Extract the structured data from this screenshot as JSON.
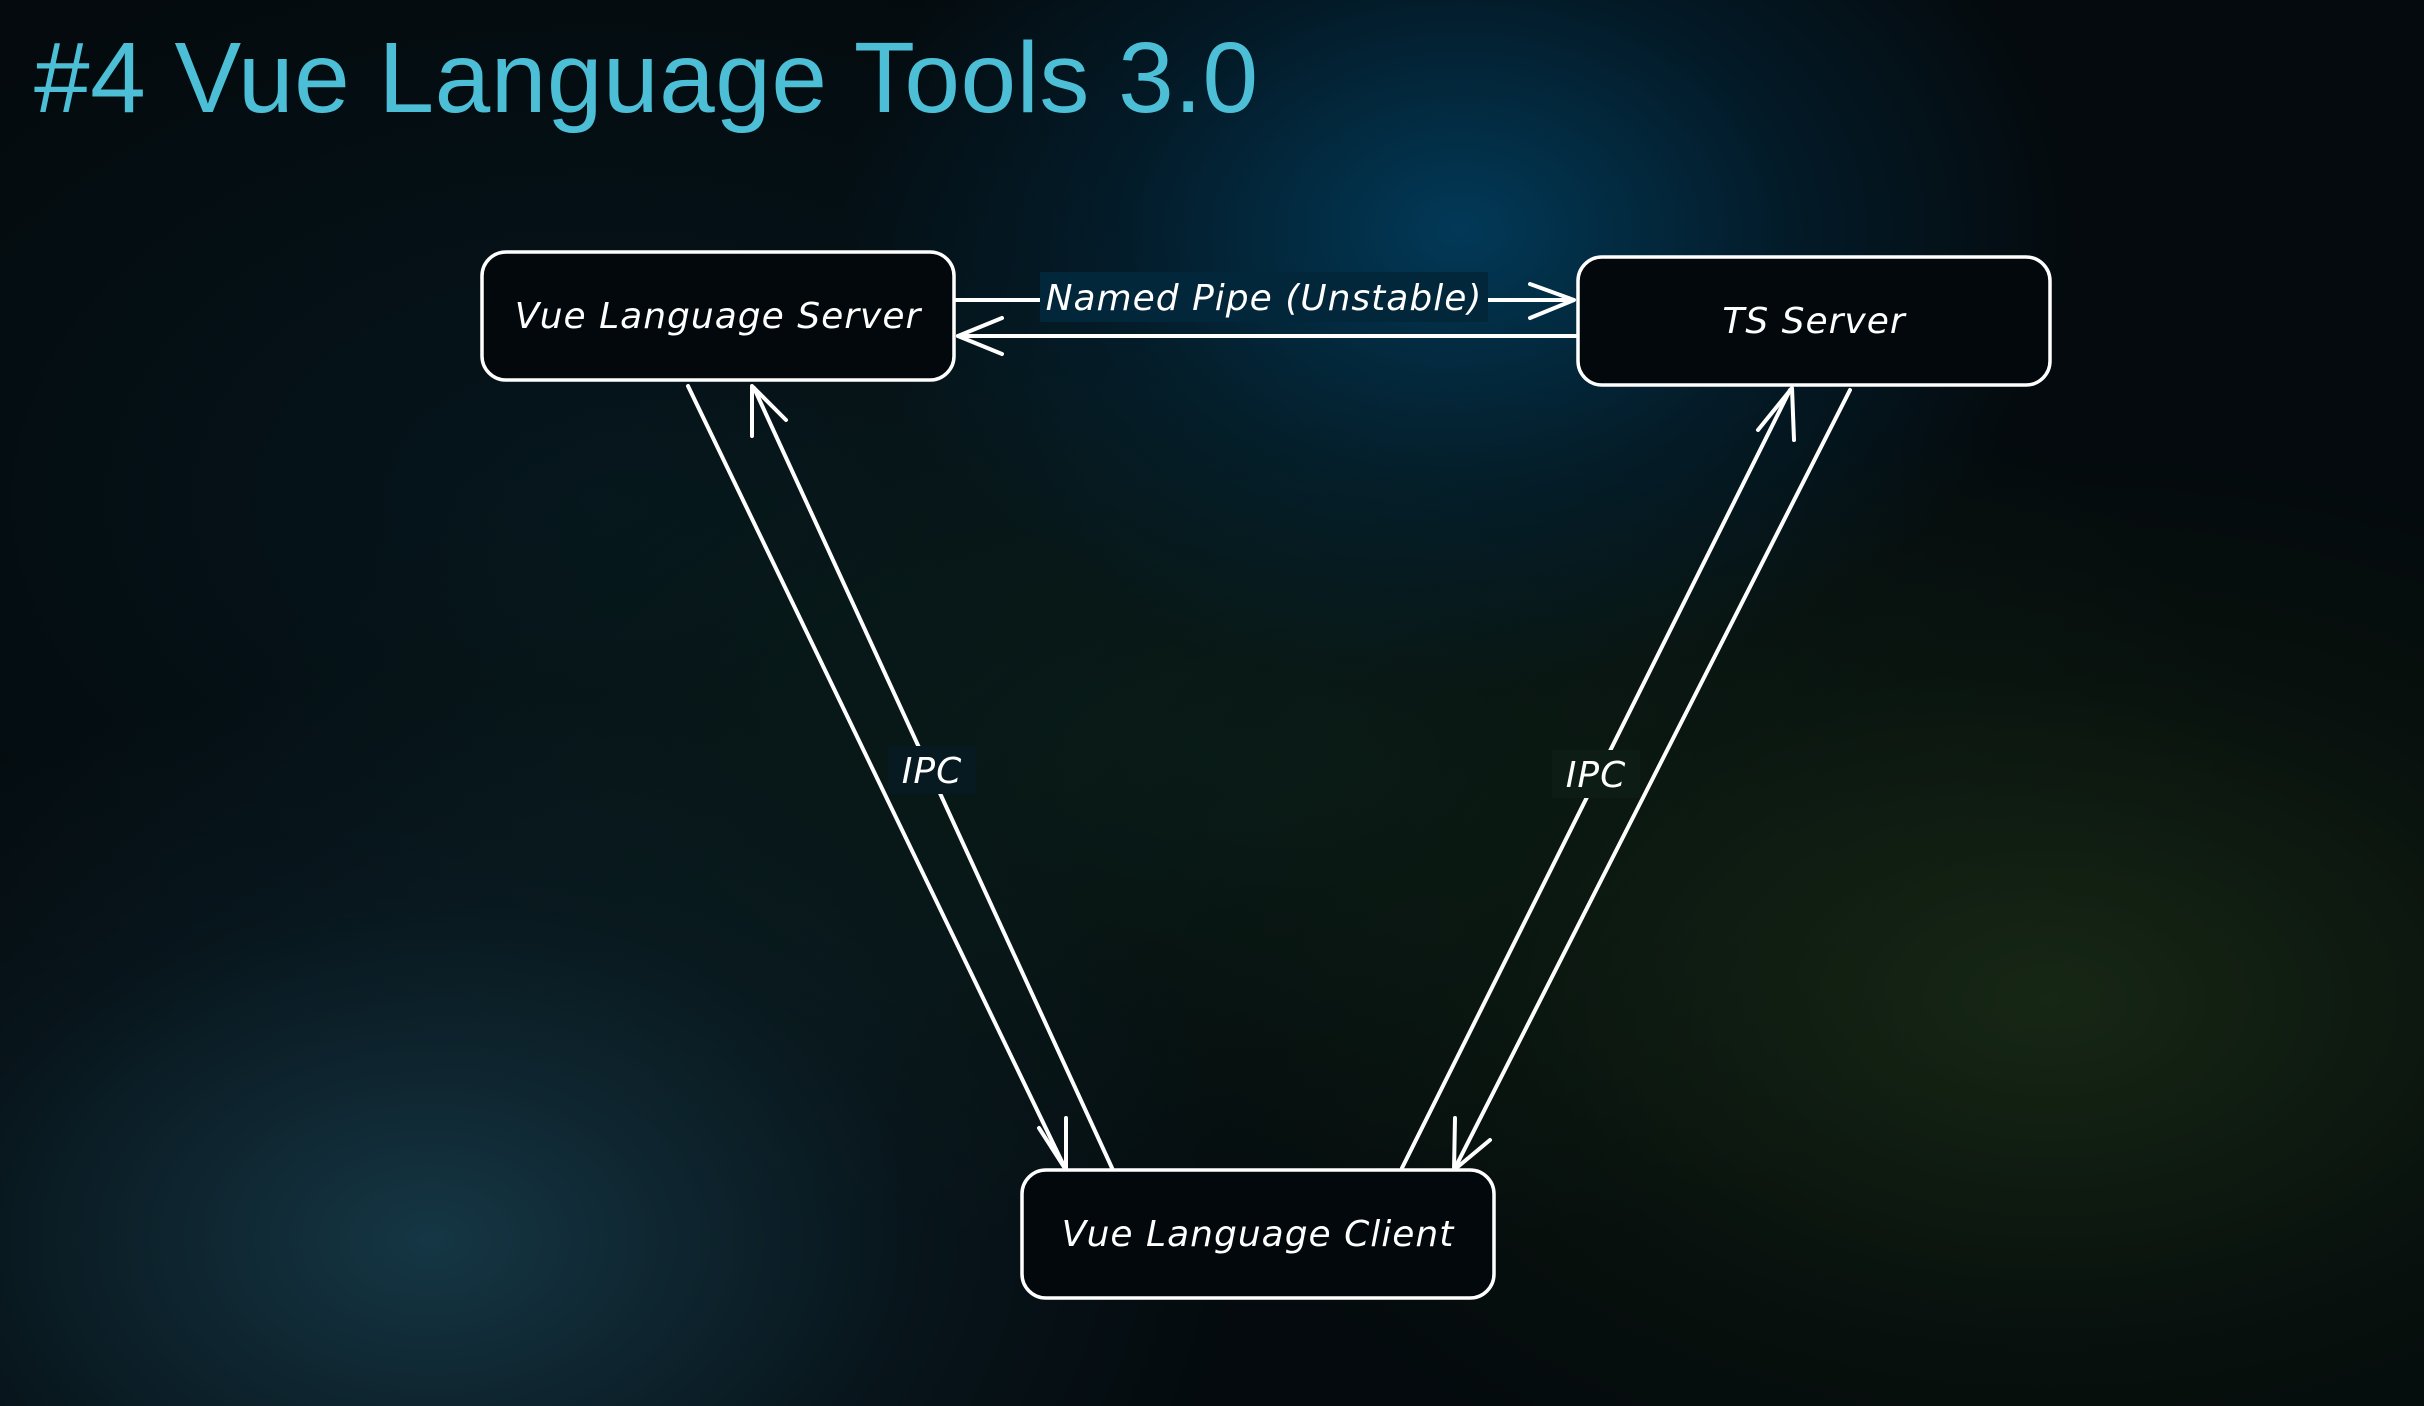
{
  "title": "#4 Vue Language Tools 3.0",
  "colors": {
    "title": "#4cbfd6",
    "stroke": "#ffffff",
    "node_fill": "#02080b"
  },
  "diagram": {
    "nodes": {
      "vue_server": {
        "label": "Vue Language Server"
      },
      "ts_server": {
        "label": "TS Server"
      },
      "vue_client": {
        "label": "Vue Language Client"
      }
    },
    "edges": {
      "named_pipe": {
        "label": "Named Pipe (Unstable)"
      },
      "ipc_left": {
        "label": "IPC"
      },
      "ipc_right": {
        "label": "IPC"
      }
    }
  }
}
